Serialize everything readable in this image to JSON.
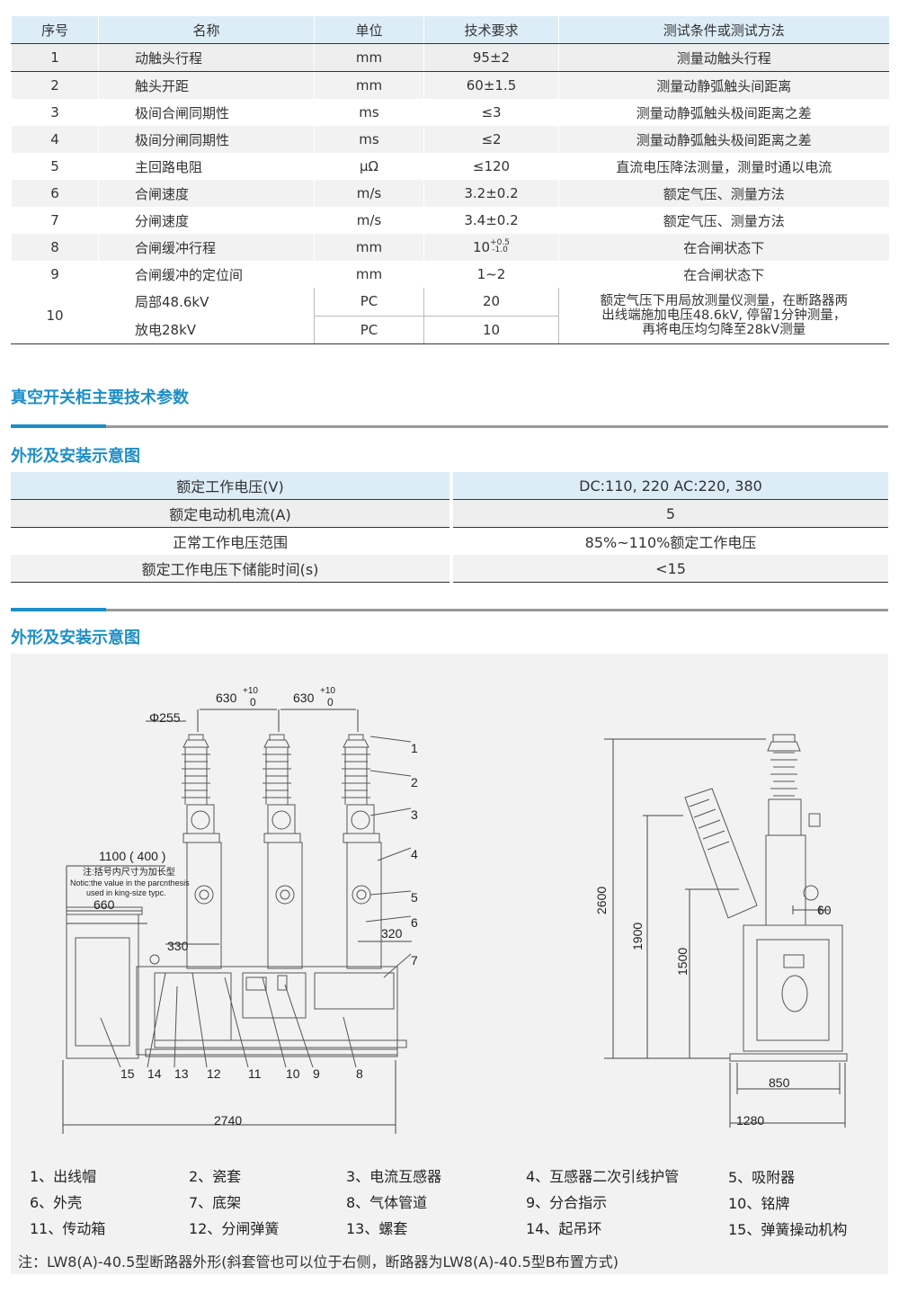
{
  "spec_table": {
    "headers": [
      "序号",
      "名称",
      "单位",
      "技术要求",
      "测试条件或测试方法"
    ],
    "rows": [
      {
        "no": "1",
        "name": "动触头行程",
        "unit": "mm",
        "req": "95±2",
        "method": "测量动触头行程"
      },
      {
        "no": "2",
        "name": "触头开距",
        "unit": "mm",
        "req": "60±1.5",
        "method": "测量动静弧触头间距离"
      },
      {
        "no": "3",
        "name": "极间合闸同期性",
        "unit": "ms",
        "req": "≤3",
        "method": "测量动静弧触头极间距离之差"
      },
      {
        "no": "4",
        "name": "极间分闸同期性",
        "unit": "ms",
        "req": "≤2",
        "method": "测量动静弧触头极间距离之差"
      },
      {
        "no": "5",
        "name": "主回路电阻",
        "unit": "μΩ",
        "req": "≤120",
        "method": "直流电压降法测量，测量时通以电流"
      },
      {
        "no": "6",
        "name": "合闸速度",
        "unit": "m/s",
        "req": "3.2±0.2",
        "method": "额定气压、测量方法"
      },
      {
        "no": "7",
        "name": "分闸速度",
        "unit": "m/s",
        "req": "3.4±0.2",
        "method": "额定气压、测量方法"
      },
      {
        "no": "8",
        "name": "合闸缓冲行程",
        "unit": "mm",
        "req_base": "10",
        "req_sup": "+0.5",
        "req_sub": "-1.0",
        "method": "在合闸状态下"
      },
      {
        "no": "9",
        "name": "合闸缓冲的定位间",
        "unit": "mm",
        "req": "1~2",
        "method": "在合闸状态下"
      }
    ],
    "row10": {
      "no": "10",
      "name_a": "局部48.6kV",
      "unit_a": "PC",
      "req_a": "20",
      "name_b": "放电28kV",
      "unit_b": "PC",
      "req_b": "10",
      "method_lines": [
        "额定气压下用局放测量仪测量，在断路器两",
        "出线端施加电压48.6kV, 停留1分钟测量，",
        "再将电压均匀降至28kV测量"
      ]
    }
  },
  "section1_title": "真空开关柜主要技术参数",
  "section2_title": "外形及安装示意图",
  "motor_table": [
    {
      "param": "额定工作电压(V)",
      "value": "DC:110, 220 AC:220, 380"
    },
    {
      "param": "额定电动机电流(A)",
      "value": "5"
    },
    {
      "param": "正常工作电压范围",
      "value": "85%~110%额定工作电压"
    },
    {
      "param": "额定工作电压下储能时间(s)",
      "value": "<15"
    }
  ],
  "section3_title": "外形及安装示意图",
  "diagram": {
    "dims": {
      "d630a": "630",
      "d630b": "630",
      "tol_up": "+10",
      "tol_zero": "0",
      "phi": "Φ255",
      "d1100": "1100 ( 400 )",
      "d660": "660",
      "d320": "320",
      "d330": "330",
      "d2740": "2740",
      "d2600": "2600",
      "d1900": "1900",
      "d1500": "1500",
      "d60": "60",
      "d850": "850",
      "d1280": "1280"
    },
    "note_cn": "注:括号内尺寸为加长型",
    "note_en1": "Notic:the value in the parcnthesis",
    "note_en2": "used in king-size typc.",
    "callouts": [
      "1",
      "2",
      "3",
      "4",
      "5",
      "6",
      "7",
      "8",
      "9",
      "10",
      "11",
      "12",
      "13",
      "14",
      "15"
    ]
  },
  "legend": [
    "1、出线帽",
    "2、瓷套",
    "3、电流互感器",
    "4、互感器二次引线护管",
    "5、吸附器",
    "6、外壳",
    "7、底架",
    "8、气体管道",
    "9、分合指示",
    "10、铭牌",
    "11、传动箱",
    "12、分闸弹簧",
    "13、螺套",
    "14、起吊环",
    "15、弹簧操动机构"
  ],
  "note": "注：LW8(A)-40.5型断路器外形(斜套管也可以位于右侧，断路器为LW8(A)-40.5型B布置方式)"
}
